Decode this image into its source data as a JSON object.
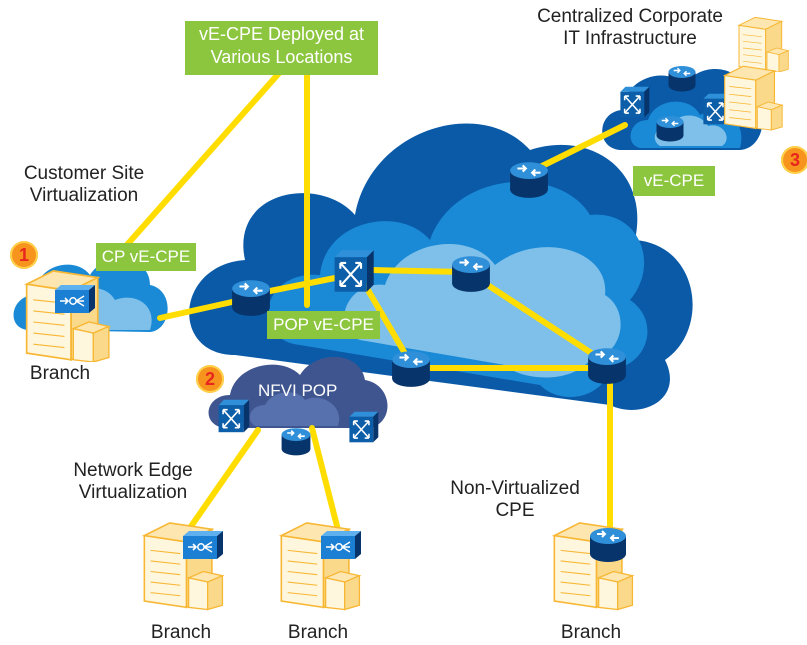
{
  "labels": {
    "deployed": "vE-CPE Deployed at Various Locations",
    "deployed_line1": "vE-CPE Deployed at",
    "deployed_line2": "Various Locations",
    "corporate_line1": "Centralized Corporate",
    "corporate_line2": "IT Infrastructure",
    "customer_line1": "Customer Site",
    "customer_line2": "Virtualization",
    "cp_vecpe": "CP vE-CPE",
    "branch": "Branch",
    "pop_vecpe": "POP vE-CPE",
    "nfvi_pop": "NFVI POP",
    "ve_cpe": "vE-CPE",
    "edge_line1": "Network Edge",
    "edge_line2": "Virtualization",
    "nonvirt_line1": "Non-Virtualized",
    "nonvirt_line2": "CPE"
  },
  "badges": {
    "b1": "1",
    "b2": "2",
    "b3": "3"
  },
  "colors": {
    "link": "#ffdd00",
    "cloud_dark": "#0a5aa8",
    "cloud_mid": "#1a8ad6",
    "cloud_light": "#7fc0ea",
    "nfvi": "#3f5590",
    "green_label": "#8cc63f",
    "building": "#f7c35f"
  }
}
